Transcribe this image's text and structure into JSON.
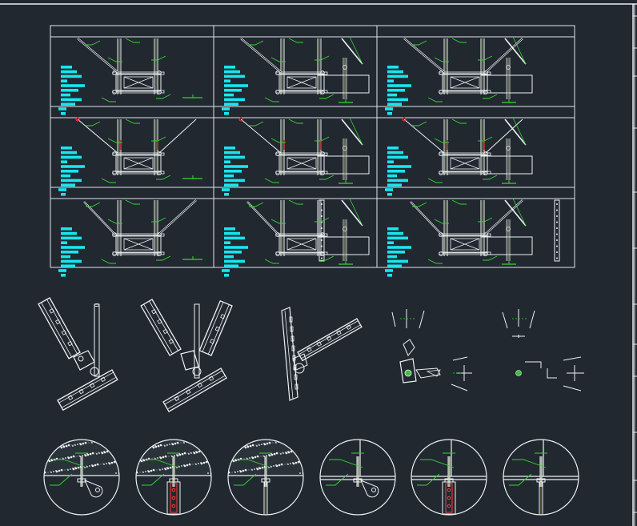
{
  "colors": {
    "background": "#212830",
    "line_white": "#eef2f4",
    "leader_green": "#35d62f",
    "text_block_cyan": "#17e6f0",
    "marker_red": "#ff3b3b"
  },
  "detail_table": {
    "rows": 3,
    "columns": 3,
    "cells": [
      {
        "variant": "single-brace-left"
      },
      {
        "variant": "single-brace-section"
      },
      {
        "variant": "double-brace-section"
      },
      {
        "variant": "double-brace-rod"
      },
      {
        "variant": "single-brace-rod-section"
      },
      {
        "variant": "double-brace-rod-section"
      },
      {
        "variant": "brace-to-frame"
      },
      {
        "variant": "frame-wall-brace"
      },
      {
        "variant": "double-brace-wall"
      }
    ]
  },
  "isometric_views": [
    {
      "name": "single-brace-iso"
    },
    {
      "name": "double-brace-iso"
    },
    {
      "name": "wall-brace-iso"
    },
    {
      "name": "hinge-node-plan"
    },
    {
      "name": "node-plan-outline"
    }
  ],
  "anchor_details": [
    {
      "name": "concrete-anchor-hinge"
    },
    {
      "name": "concrete-anchor-channel"
    },
    {
      "name": "concrete-anchor-rod"
    },
    {
      "name": "steel-beam-hinge"
    },
    {
      "name": "steel-beam-channel"
    },
    {
      "name": "steel-beam-rod"
    }
  ]
}
